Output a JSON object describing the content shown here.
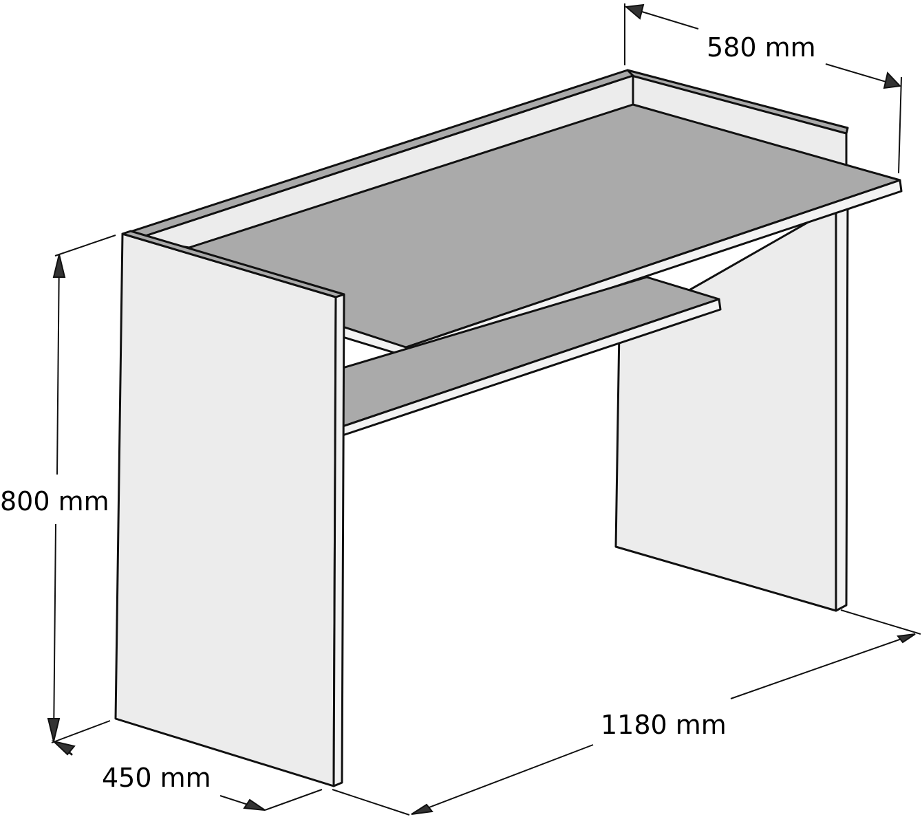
{
  "diagram": {
    "subject": "Desk with keyboard shelf and lower shelf",
    "view": "isometric",
    "colors": {
      "panel": "#ececec",
      "edge": "#f2f2f2",
      "top_surface": "#aaaaaa",
      "outline": "#111111",
      "arrow": "#333333",
      "background": "#ffffff"
    },
    "dimensions": {
      "depth_top": {
        "label": "580 mm",
        "value": 580,
        "unit": "mm"
      },
      "height": {
        "label": "800 mm",
        "value": 800,
        "unit": "mm"
      },
      "side_depth": {
        "label": "450 mm",
        "value": 450,
        "unit": "mm"
      },
      "width": {
        "label": "1180 mm",
        "value": 1180,
        "unit": "mm"
      }
    },
    "parts": [
      "left-side-panel",
      "right-side-panel",
      "back-panel",
      "desktop",
      "keyboard-shelf",
      "lower-shelf"
    ]
  }
}
